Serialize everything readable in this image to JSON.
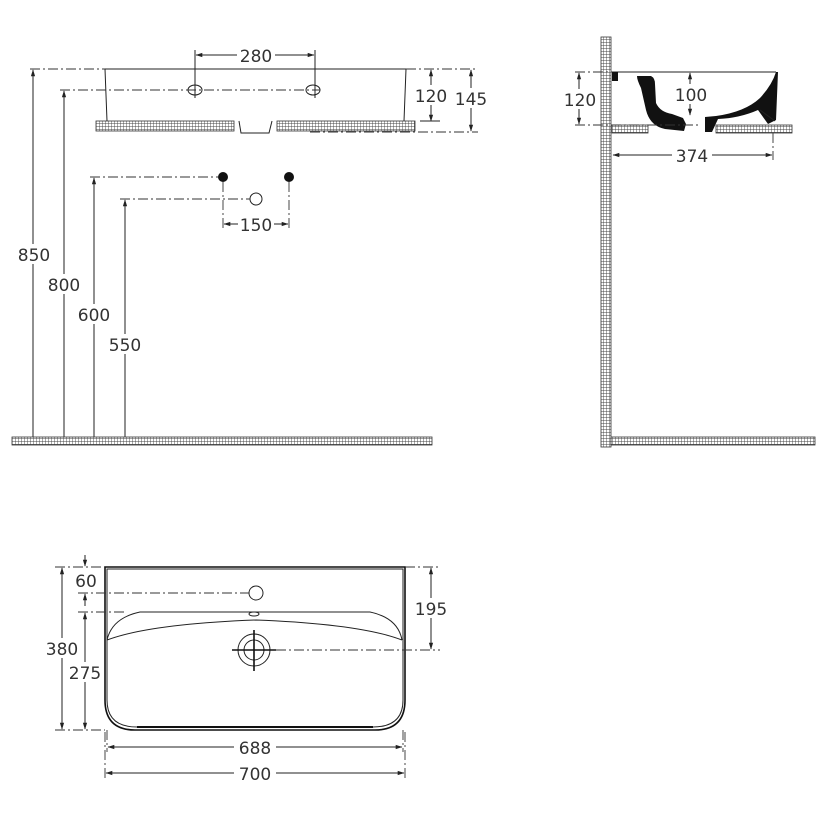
{
  "front_view": {
    "tap_hole_spacing": "280",
    "basin_height": "120",
    "overall_height": "145",
    "valve_spacing": "150",
    "height_top": "850",
    "height_tap_holes": "800",
    "height_water_supply": "600",
    "height_waste": "550"
  },
  "side_view": {
    "basin_height": "120",
    "bowl_depth": "100",
    "projection": "374"
  },
  "plan_view": {
    "tap_hole_offset": "60",
    "depth_total": "380",
    "depth_inner": "275",
    "drain_offset": "195",
    "inner_width": "688",
    "overall_width": "700"
  }
}
